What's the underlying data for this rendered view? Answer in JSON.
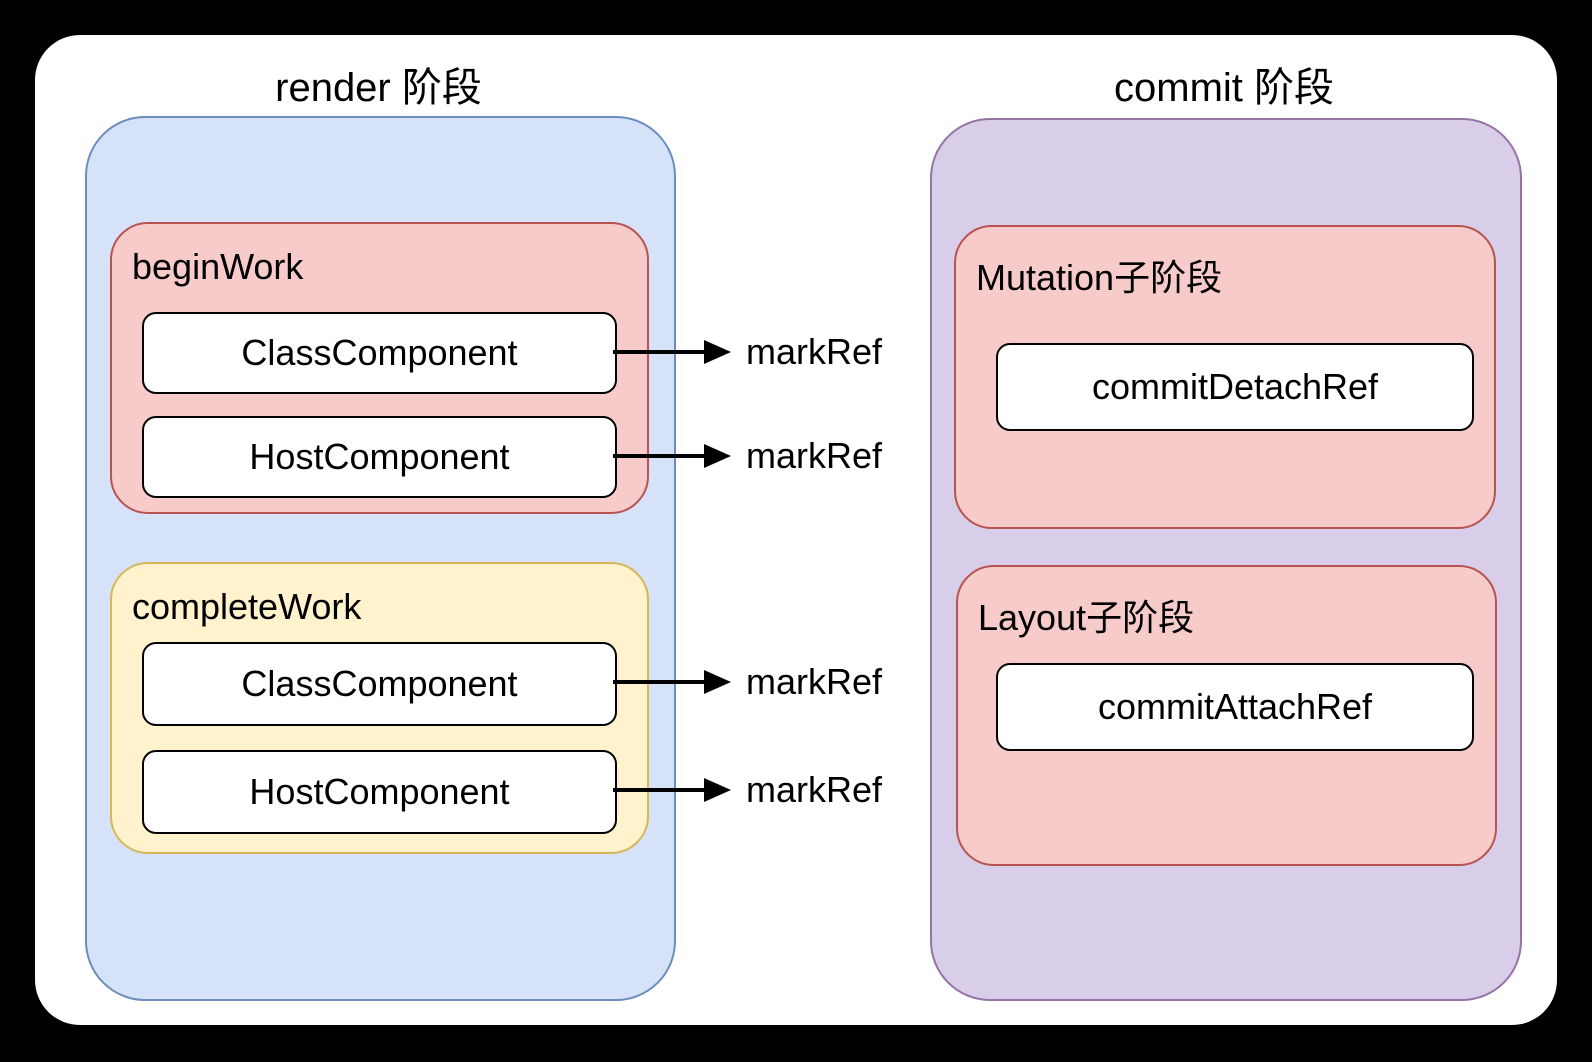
{
  "colors": {
    "canvas_bg": "#000000",
    "card_bg": "#ffffff",
    "blue_fill": "#d6e2f8",
    "blue_stroke": "#6c8ebf",
    "red_fill": "#f6cbc9",
    "red_stroke": "#b85450",
    "yellow_fill": "#fff2cc",
    "yellow_stroke": "#d6b656",
    "purple_fill": "#d9cee9",
    "purple_stroke": "#9673a6",
    "node_fill": "#ffffff",
    "node_stroke": "#000000",
    "text": "#000000"
  },
  "render_phase": {
    "title": "render 阶段",
    "begin_work": {
      "label": "beginWork",
      "nodes": [
        {
          "label": "ClassComponent",
          "arrow_label": "markRef"
        },
        {
          "label": "HostComponent",
          "arrow_label": "markRef"
        }
      ]
    },
    "complete_work": {
      "label": "completeWork",
      "nodes": [
        {
          "label": "ClassComponent",
          "arrow_label": "markRef"
        },
        {
          "label": "HostComponent",
          "arrow_label": "markRef"
        }
      ]
    }
  },
  "commit_phase": {
    "title": "commit 阶段",
    "mutation": {
      "label": "Mutation子阶段",
      "nodes": [
        {
          "label": "commitDetachRef"
        }
      ]
    },
    "layout": {
      "label": "Layout子阶段",
      "nodes": [
        {
          "label": "commitAttachRef"
        }
      ]
    }
  }
}
